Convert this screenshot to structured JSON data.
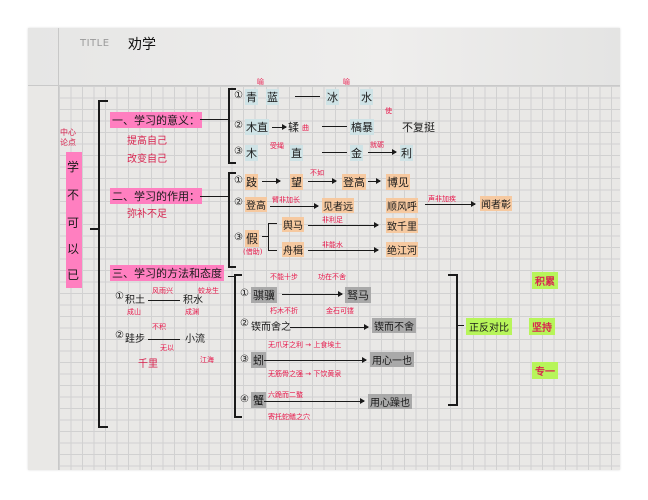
{
  "header": {
    "label": "TITLE",
    "title": "劝学"
  },
  "center": {
    "note": "中心论点",
    "thesis": [
      "学",
      "不",
      "可",
      "以",
      "已"
    ]
  },
  "sections": [
    {
      "heading": "一、学习的意义：",
      "notes": [
        "提高自己",
        "改变自己"
      ],
      "items": [
        {
          "num": "①",
          "a": "青",
          "ar": "喻",
          "b": "蓝",
          "sep": "——",
          "c": "冰",
          "cr": "喻",
          "d": "水"
        },
        {
          "num": "②",
          "a": "木直",
          "ar": "",
          "b": "𫐓",
          "br": "曲",
          "sep": "——",
          "c": "槁暴",
          "cr": "使",
          "d": "不复挺"
        },
        {
          "num": "③",
          "a": "木",
          "ar": "受绳",
          "b": "直",
          "sep": "——",
          "c": "金",
          "cr": "就砺",
          "d": "利"
        }
      ]
    },
    {
      "heading": "二、学习的作用：",
      "notes": [
        "弥补不足"
      ],
      "items": [
        {
          "num": "①",
          "a": "跂",
          "b": "望",
          "br": "不如",
          "c": "登高",
          "d": "博见"
        },
        {
          "num": "②",
          "a": "登高",
          "ar": "臂非加长",
          "b": "见者远",
          "c": "顺风呼",
          "cr": "声非加疾",
          "d": "闻者彰"
        },
        {
          "num": "③",
          "a": "假",
          "aNote": "(借助)",
          "branches": [
            {
              "x": "舆马",
              "xr": "非利足",
              "y": "致千里"
            },
            {
              "x": "舟楫",
              "xr": "非能水",
              "y": "绝江河"
            }
          ]
        }
      ]
    },
    {
      "heading": "三、学习的方法和态度",
      "left_items": [
        {
          "num": "①",
          "a": "积土",
          "ar": "风雨兴",
          "b": "积水",
          "br": "蛟龙生",
          "an": "成山",
          "bn": "成渊"
        },
        {
          "num": "②",
          "a": "跬步",
          "ar": "不积",
          "b": "小流",
          "mid": "无以",
          "an": "千里",
          "bn": "江海"
        }
      ],
      "right_items": [
        {
          "num": "①",
          "a": "骐骥",
          "ar": "不能十步",
          "b": "驽马",
          "br": "功在不舍"
        },
        {
          "num": "②",
          "a": "锲而舍之",
          "ar": "朽木不折",
          "b": "锲而不舍",
          "br": "金石可镂"
        },
        {
          "num": "③",
          "a": "蚓",
          "up": "无爪牙之利 → 上食埃土",
          "down": "无筋骨之强 → 下饮黄泉",
          "b": "用心一也"
        },
        {
          "num": "④",
          "a": "蟹",
          "up": "六跪而二螯",
          "down": "寄托蛇鳝之穴",
          "b": "用心躁也"
        }
      ],
      "contrast": "正反对比",
      "traits": [
        "积累",
        "坚持",
        "专一"
      ]
    }
  ],
  "colors": {
    "pink": "#ff7fc0",
    "red_ink": "#e8174a",
    "green": "#b7f55a",
    "orange": "#f6c9a0",
    "gray": "#a9a9a9",
    "blue": "#cfe3e6"
  }
}
